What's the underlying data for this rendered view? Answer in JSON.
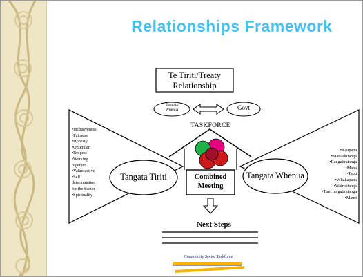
{
  "slide": {
    "title": "Relationships Framework",
    "treaty_box": [
      "Te Tiriti/Treaty",
      "Relationship"
    ],
    "tangata_whenua_small": [
      "Tangata",
      "Whenua"
    ],
    "govt": "Govt",
    "taskforce": "TASKFORCE",
    "combined_meeting": [
      "Combined",
      "Meeting"
    ],
    "tangata_tiriti": "Tangata Tiriti",
    "tangata_whenua": "Tangata Whenua",
    "next_steps": "Next Steps",
    "footer": "Community Sector Taskforce",
    "left_values": [
      "•Inclusiveness",
      "•Fairness",
      "•Honesty",
      "•Optimism",
      "•Respect",
      "•Working",
      "together",
      "•Valuesactive",
      "•Self",
      "determination",
      "for the Sector",
      "•Spirituality"
    ],
    "right_values": [
      "•Kaupapa",
      "•Manaakitanga",
      "•Rangatiratanga",
      "•Mana",
      "•Tapu",
      "•Whakapapa",
      "•Wairuatanga",
      "•Tino rangatiratanga",
      "•Mauri"
    ],
    "colors": {
      "title": "#46c0ee",
      "circle_green": "#22b04a",
      "circle_magenta": "#e4007f",
      "circle_red": "#cc1a1a",
      "band": "#e9ddb4",
      "footer_bar": "#f2b400"
    }
  }
}
